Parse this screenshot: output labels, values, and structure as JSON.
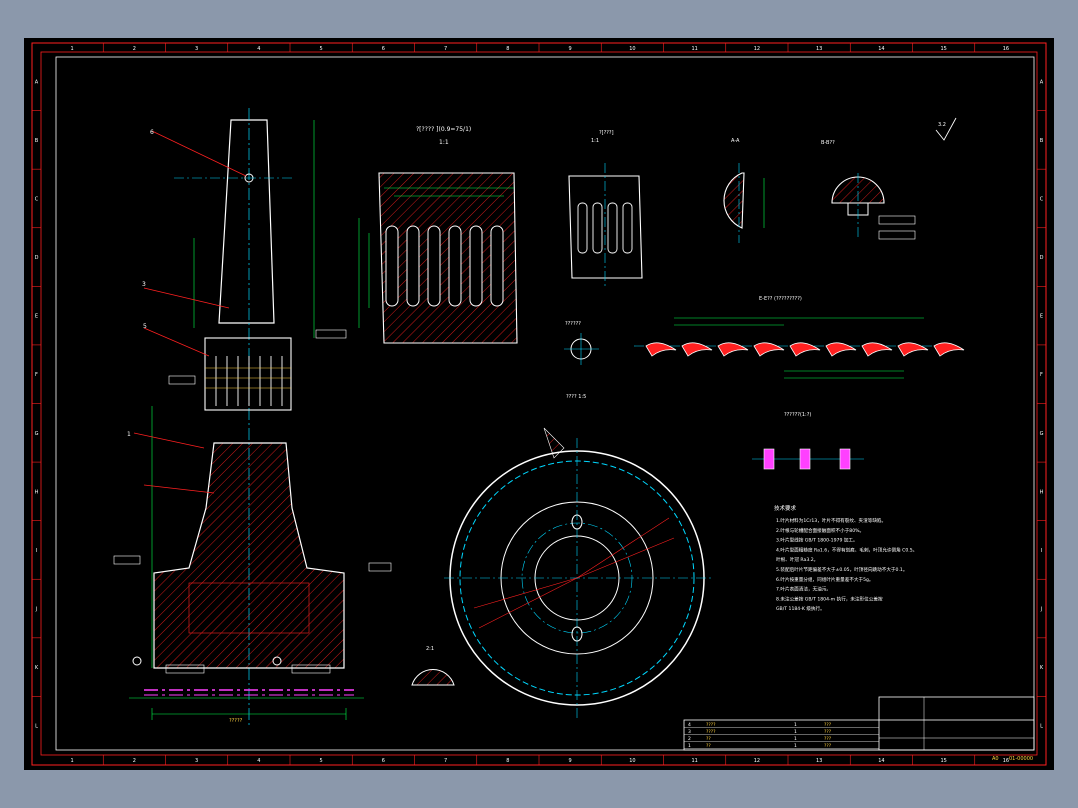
{
  "frame": {
    "column_labels": [
      "1",
      "2",
      "3",
      "4",
      "5",
      "6",
      "7",
      "8",
      "9",
      "10",
      "11",
      "12",
      "13",
      "14",
      "15",
      "16"
    ],
    "row_labels": [
      "A",
      "B",
      "C",
      "D",
      "E",
      "F",
      "G",
      "H",
      "I",
      "J",
      "K",
      "L"
    ]
  },
  "views": {
    "section_main_title": "?[???? ](0.9=75/1)",
    "section_main_scale": "1:1",
    "section_small_title": "?[???]",
    "section_small_scale": "1:1",
    "view_aa_title": "A-A",
    "view_bb_title": "B-B??",
    "unfold_title": "E-E?? (?????????)",
    "wheel_label": "???? 1:5",
    "detail_title": "??????(1:?)",
    "small_detail_label": "2:1",
    "circle_label": "??????"
  },
  "balloons": [
    "6",
    "3",
    "5",
    "1"
  ],
  "dimensions": {
    "bottom_width": "?????",
    "surface_finish": "3.2"
  },
  "notes": {
    "title": "技术要求",
    "lines": [
      "1.叶片材料为1Cr13，叶片不得有裂纹、夹渣等缺陷。",
      "2.叶根与轮槽配合面接触面积不小于80%。",
      "3.叶片型线按 GB/T 1800-1979 加工。",
      "4.叶片型面粗糙度 Ra1.6，不得有划痕、毛刺，叶顶允许倒角 C0.5。",
      "   叶根、叶冠 Ra3.2。",
      "5.装配后叶片节距偏差不大于±0.05，叶顶径向跳动不大于0.1。",
      "6.叶片按重量分组，同组叶片重量差不大于5g。",
      "7.叶片表面清洁，无油污。",
      "8.未注公差按 GB/T 1804-m 执行，未注形位公差按",
      "   GB/T 1184-K 级执行。"
    ]
  },
  "title_block": {
    "rows": [
      {
        "no": "4",
        "name": "????",
        "qty": "1",
        "code": "???"
      },
      {
        "no": "3",
        "name": "????",
        "qty": "1",
        "code": "???"
      },
      {
        "no": "2",
        "name": "??",
        "qty": "1",
        "code": "???"
      },
      {
        "no": "1",
        "name": "??",
        "qty": "1",
        "code": "???"
      }
    ],
    "sheet": "A0",
    "drawing_no": "01-00000"
  },
  "colors": {
    "frame": "#ff2020",
    "outline": "#ffffff",
    "hatch": "#ff2020",
    "center": "#00d8ff",
    "dimension": "#00ff4c",
    "text": "#ffd23f",
    "phantom": "#ff40ff"
  }
}
